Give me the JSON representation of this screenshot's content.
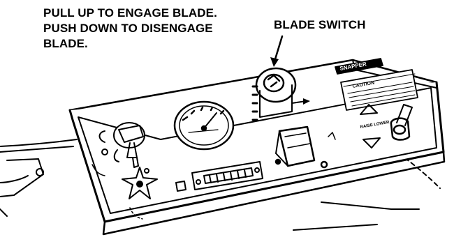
{
  "figure": {
    "callouts": {
      "engage_lines": [
        "PULL UP TO ENGAGE BLADE.",
        "PUSH DOWN TO DISENGAGE",
        "BLADE."
      ],
      "blade_switch": "BLADE SWITCH"
    },
    "panel_text": {
      "brand": "SNAPPER",
      "caution": "CAUTION",
      "raise_lower": "RAISE LOWER"
    },
    "icons": [
      "ignition-key-icon",
      "gauge-icon",
      "blade-switch-icon",
      "throttle-lever-icon",
      "hour-meter-icon",
      "lift-switch-icon",
      "choke-icon",
      "arrow-icon"
    ]
  }
}
